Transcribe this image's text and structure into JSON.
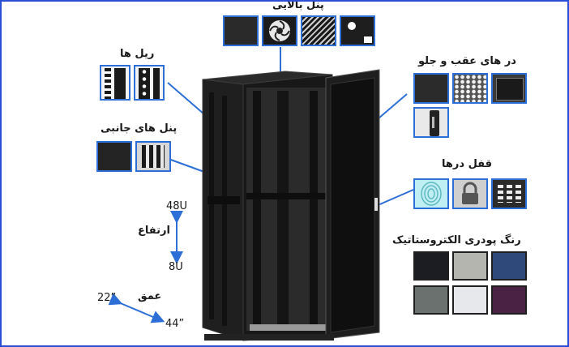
{
  "labels": {
    "top_panel": "پنل بالایی",
    "rails": "ریل ها",
    "side_panels": "پنل های جانبی",
    "doors": "در های عقب و جلو",
    "door_lock": "قفل درها",
    "powder_color": "رنگ پودری الکتروستاتیک",
    "height": "ارتفاع",
    "depth": "عمق"
  },
  "dimensions": {
    "height_max": "48U",
    "height_min": "8U",
    "depth_min": "22”",
    "depth_max": "44”"
  },
  "colors": {
    "accent": "#2d6fd6",
    "border": "#2a4fd6",
    "cabinet": "#1c1c1c",
    "swatches": [
      "#1b1d22",
      "#b5b5b0",
      "#2f4a7a",
      "#6b716f",
      "#e6e8ec",
      "#4a2344"
    ]
  },
  "icons": {
    "top_tiles": [
      "solid-panel-icon",
      "fan-panel-icon",
      "vented-panel-icon",
      "cable-entry-panel-icon"
    ],
    "rail_tiles": [
      "rail-square-hole-icon",
      "rail-round-hole-icon"
    ],
    "side_tiles": [
      "solid-side-panel-icon",
      "vented-side-panel-icon"
    ],
    "door_tiles": [
      "solid-door-icon",
      "perforated-door-icon",
      "glass-door-icon",
      "door-handle-icon"
    ],
    "lock_tiles": [
      "fingerprint-lock-icon",
      "padlock-icon",
      "combination-lock-icon"
    ]
  }
}
